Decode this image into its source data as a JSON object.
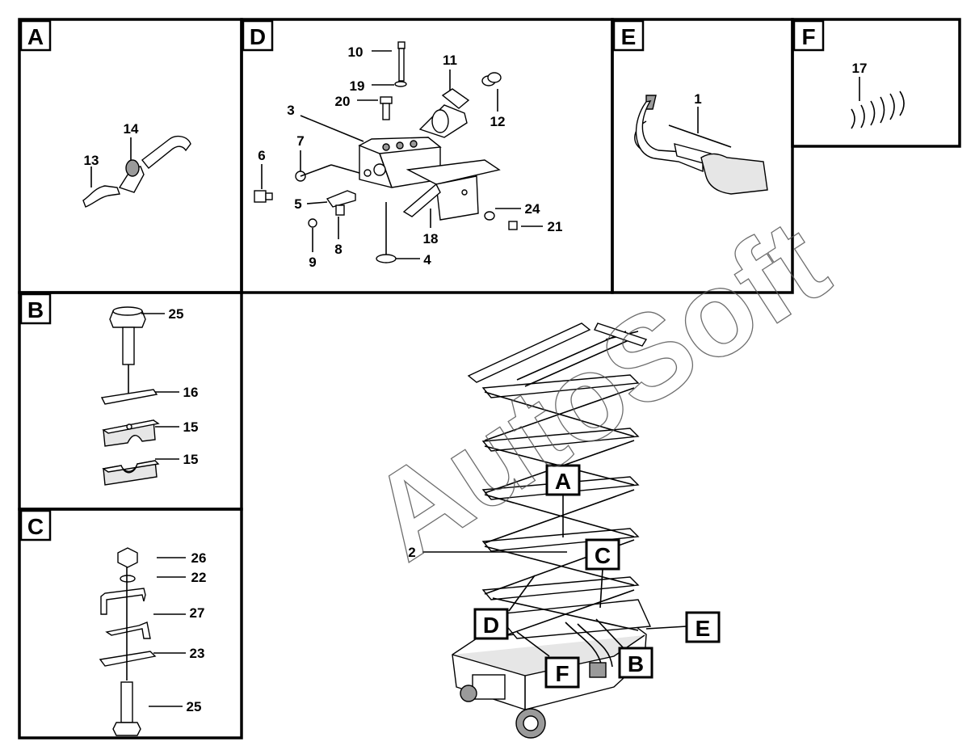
{
  "panels": [
    "A",
    "B",
    "C",
    "D",
    "E",
    "F"
  ],
  "callouts": [
    "A",
    "B",
    "C",
    "D",
    "E",
    "F"
  ],
  "watermark": "AutoSoft",
  "parts": {
    "A": [
      "13",
      "14"
    ],
    "B": [
      "25",
      "16",
      "15",
      "15"
    ],
    "C": [
      "26",
      "22",
      "27",
      "23",
      "25"
    ],
    "D": [
      "10",
      "11",
      "19",
      "20",
      "12",
      "3",
      "7",
      "6",
      "5",
      "8",
      "9",
      "18",
      "24",
      "21",
      "4"
    ],
    "E": [
      "1"
    ],
    "F": [
      "17"
    ],
    "main": [
      "2"
    ]
  }
}
